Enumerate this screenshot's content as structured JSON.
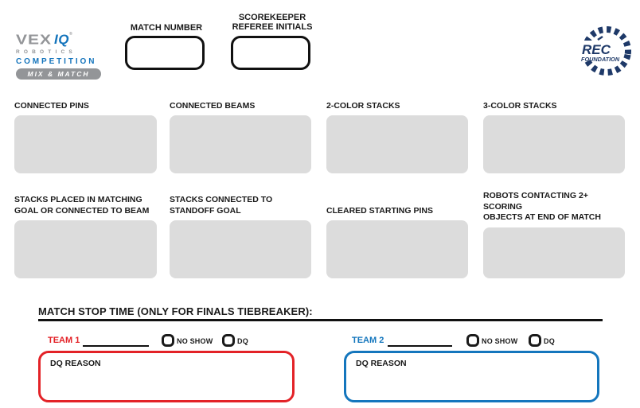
{
  "header": {
    "logo": {
      "vex": "VEX",
      "iq": "IQ",
      "registered_mark": "®",
      "robotics": "ROBOTICS",
      "competition": "COMPETITION",
      "season": "MIX & MATCH"
    },
    "match_number_label": "MATCH NUMBER",
    "scorekeeper_label": "SCOREKEEPER\nREFEREE INITIALS",
    "rec": {
      "name": "REC",
      "foundation": "FOUNDATION"
    }
  },
  "score_fields": [
    {
      "label": "CONNECTED PINS"
    },
    {
      "label": "CONNECTED BEAMS"
    },
    {
      "label": "2-COLOR STACKS"
    },
    {
      "label": "3-COLOR STACKS"
    },
    {
      "label": "STACKS PLACED IN MATCHING\nGOAL OR CONNECTED TO BEAM"
    },
    {
      "label": "STACKS CONNECTED TO\nSTANDOFF GOAL"
    },
    {
      "label": "CLEARED STARTING PINS"
    },
    {
      "label": "ROBOTS CONTACTING 2+ SCORING\nOBJECTS AT END OF MATCH"
    }
  ],
  "footer": {
    "stop_time_label": "MATCH STOP TIME (ONLY FOR FINALS TIEBREAKER):",
    "no_show_label": "NO SHOW",
    "dq_label": "DQ",
    "dq_reason_label": "DQ REASON",
    "teams": [
      {
        "label": "TEAM 1"
      },
      {
        "label": "TEAM 2"
      }
    ]
  },
  "colors": {
    "team1_red": "#e32227",
    "team2_blue": "#1476bd",
    "vex_gray": "#939598",
    "vex_blue": "#1474bc",
    "rec_navy": "#1e3968",
    "score_box_gray": "#dcdcdc"
  }
}
